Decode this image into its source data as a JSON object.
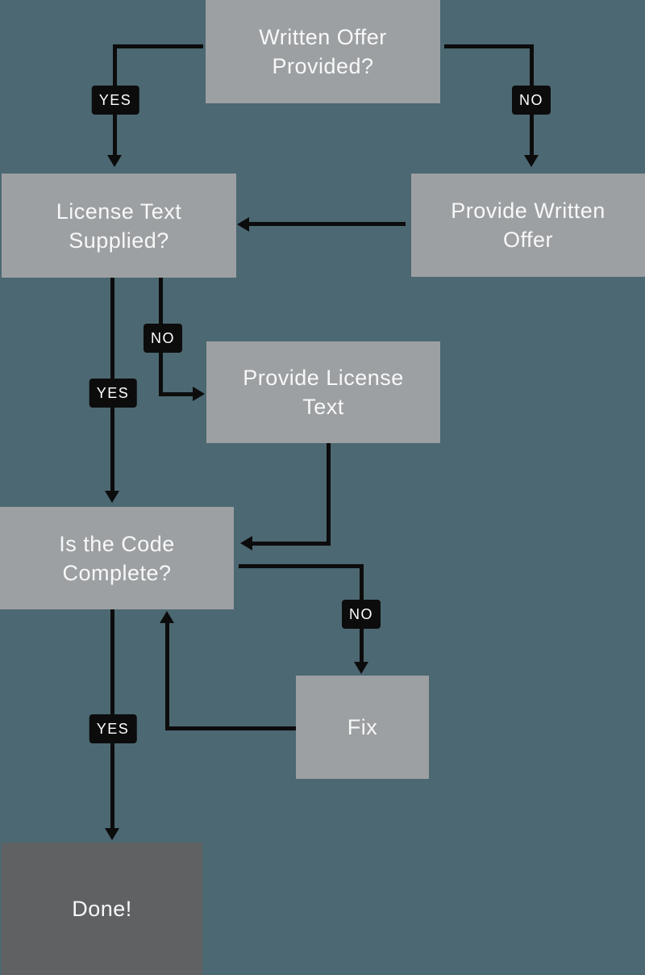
{
  "colors": {
    "background": "#4C6872",
    "node_fill": "#9DA0A3",
    "done_fill": "#606163",
    "connector": "#0C0C0C",
    "node_text": "#F7F8F8",
    "label_text": "#FFFFFF"
  },
  "nodes": [
    {
      "id": "written-offer-provided",
      "label": "Written Offer Provided?",
      "type": "decision"
    },
    {
      "id": "license-text-supplied",
      "label": "License Text Supplied?",
      "type": "decision"
    },
    {
      "id": "provide-written-offer",
      "label": "Provide Written Offer",
      "type": "process"
    },
    {
      "id": "provide-license-text",
      "label": "Provide License Text",
      "type": "process"
    },
    {
      "id": "is-the-code-complete",
      "label": "Is the Code Complete?",
      "type": "decision"
    },
    {
      "id": "fix",
      "label": "Fix",
      "type": "process"
    },
    {
      "id": "done",
      "label": "Done!",
      "type": "terminal"
    }
  ],
  "edges": [
    {
      "from": "written-offer-provided",
      "to": "license-text-supplied",
      "label": "YES"
    },
    {
      "from": "written-offer-provided",
      "to": "provide-written-offer",
      "label": "NO"
    },
    {
      "from": "provide-written-offer",
      "to": "license-text-supplied",
      "label": ""
    },
    {
      "from": "license-text-supplied",
      "to": "provide-license-text",
      "label": "NO"
    },
    {
      "from": "license-text-supplied",
      "to": "is-the-code-complete",
      "label": "YES"
    },
    {
      "from": "provide-license-text",
      "to": "is-the-code-complete",
      "label": ""
    },
    {
      "from": "is-the-code-complete",
      "to": "fix",
      "label": "NO"
    },
    {
      "from": "fix",
      "to": "is-the-code-complete",
      "label": ""
    },
    {
      "from": "is-the-code-complete",
      "to": "done",
      "label": "YES"
    }
  ]
}
